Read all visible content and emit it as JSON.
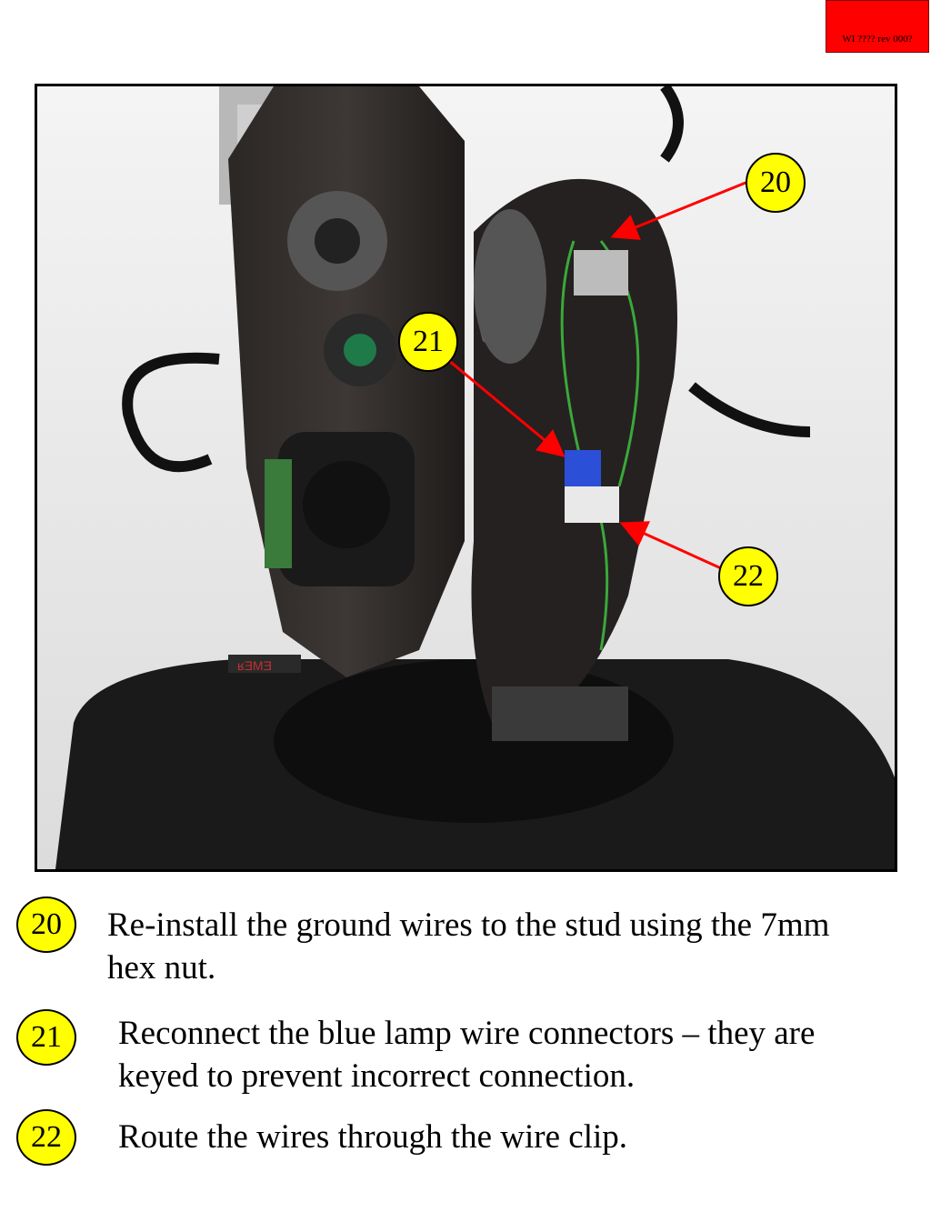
{
  "header": {
    "revision_label": "WI ???? rev 000?"
  },
  "photo": {
    "callouts": [
      "20",
      "21",
      "22"
    ],
    "logo_fragment": "ʁƎMƎ"
  },
  "steps": [
    {
      "number": "20",
      "text": "Re-install the ground wires to the stud using the 7mm hex nut."
    },
    {
      "number": "21",
      "text": "Reconnect the blue lamp wire connectors – they are keyed to prevent incorrect connection."
    },
    {
      "number": "22",
      "text": "Route the wires through the wire clip."
    }
  ],
  "colors": {
    "callout_fill": "#ffff00",
    "arrow": "#ff0000",
    "badge": "#ff0000"
  }
}
